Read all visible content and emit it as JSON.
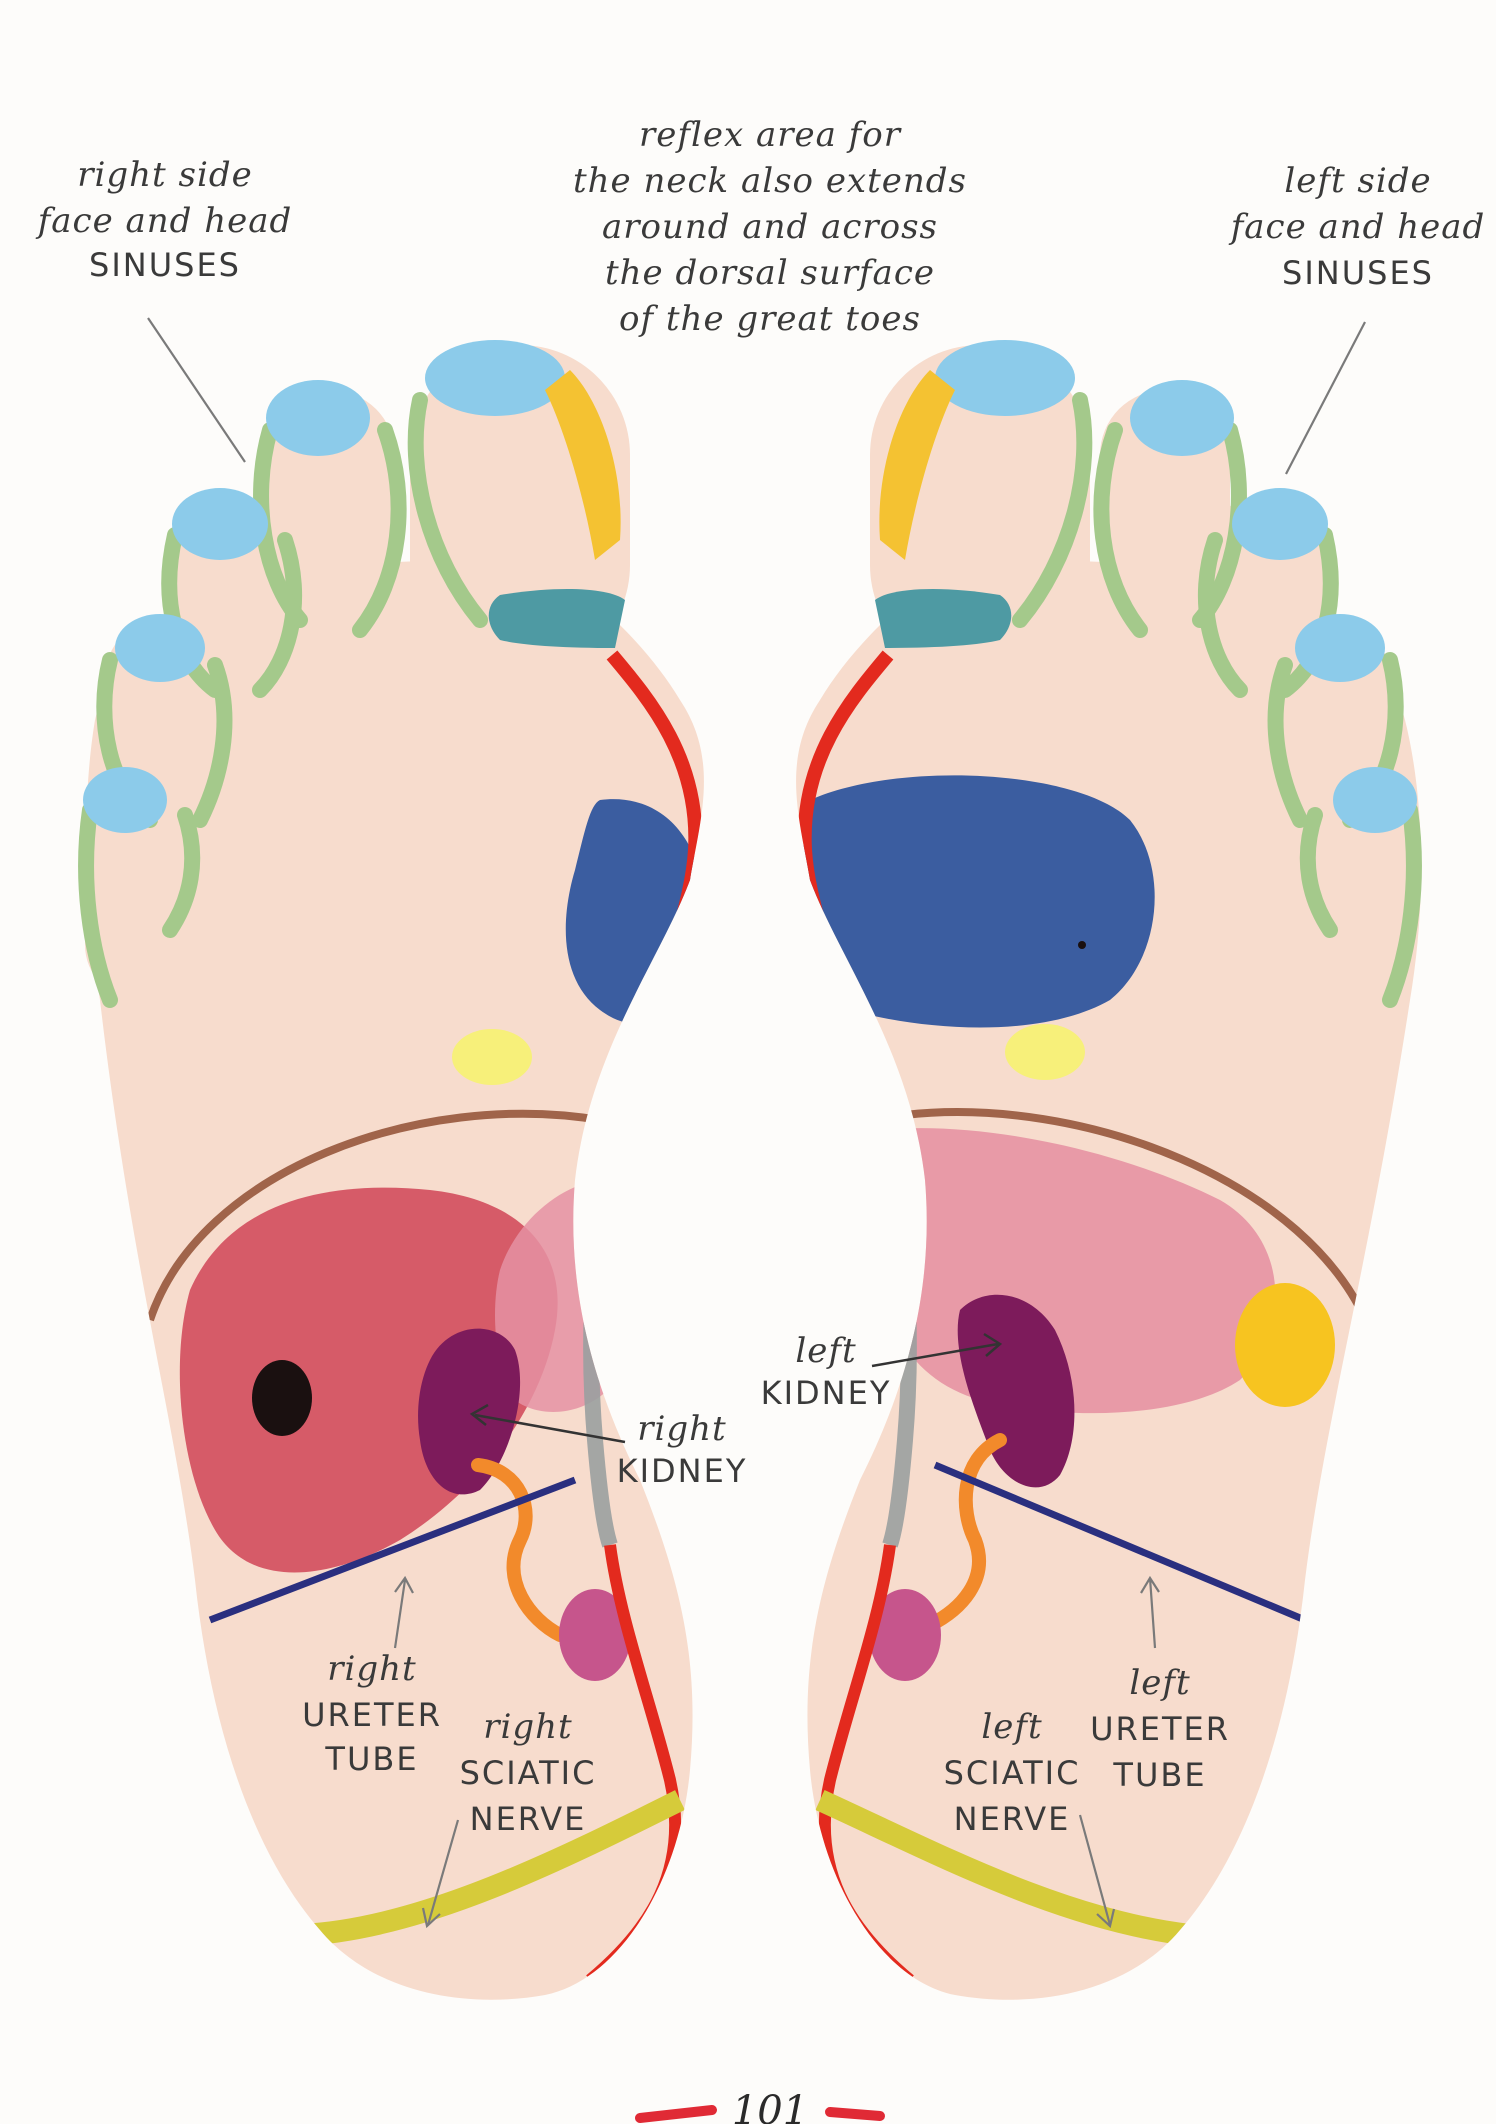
{
  "colors": {
    "skin": "#f7dccd",
    "toe_tips": "#8ccbea",
    "sinus_band": "#a4c98b",
    "neck_band": "#4e9aa3",
    "spine_red": "#e32a1e",
    "spine_grey": "#9aa0a0",
    "lung_blue": "#3b5da0",
    "solar_yellow": "#f7f07a",
    "diaphragm_brown": "#a0644a",
    "liver_red": "#d65b68",
    "stomach_pink": "#e592a3",
    "kidney_purple": "#7d1b5b",
    "ureter_orange": "#f28a2b",
    "ureter_line_navy": "#2a2f7f",
    "sciatic_yellow": "#d6cb3a",
    "spleen_orange": "#f7c420",
    "gallbladder_black": "#1a1010",
    "page_accent": "#e02a35"
  },
  "labels": {
    "top_center": [
      "reflex area for",
      "the neck also extends",
      "around and across",
      "the dorsal surface",
      "of the great toes"
    ],
    "right_side": [
      "right side",
      "face and head",
      "SINUSES"
    ],
    "left_side": [
      "left side",
      "face and head",
      "SINUSES"
    ],
    "right_kidney": [
      "right",
      "KIDNEY"
    ],
    "left_kidney": [
      "left",
      "KIDNEY"
    ],
    "right_ureter": [
      "right",
      "URETER",
      "TUBE"
    ],
    "right_sciatic": [
      "right",
      "SCIATIC",
      "NERVE"
    ],
    "left_ureter": [
      "left",
      "URETER",
      "TUBE"
    ],
    "left_sciatic": [
      "left",
      "SCIATIC",
      "NERVE"
    ]
  },
  "page_number": "101"
}
